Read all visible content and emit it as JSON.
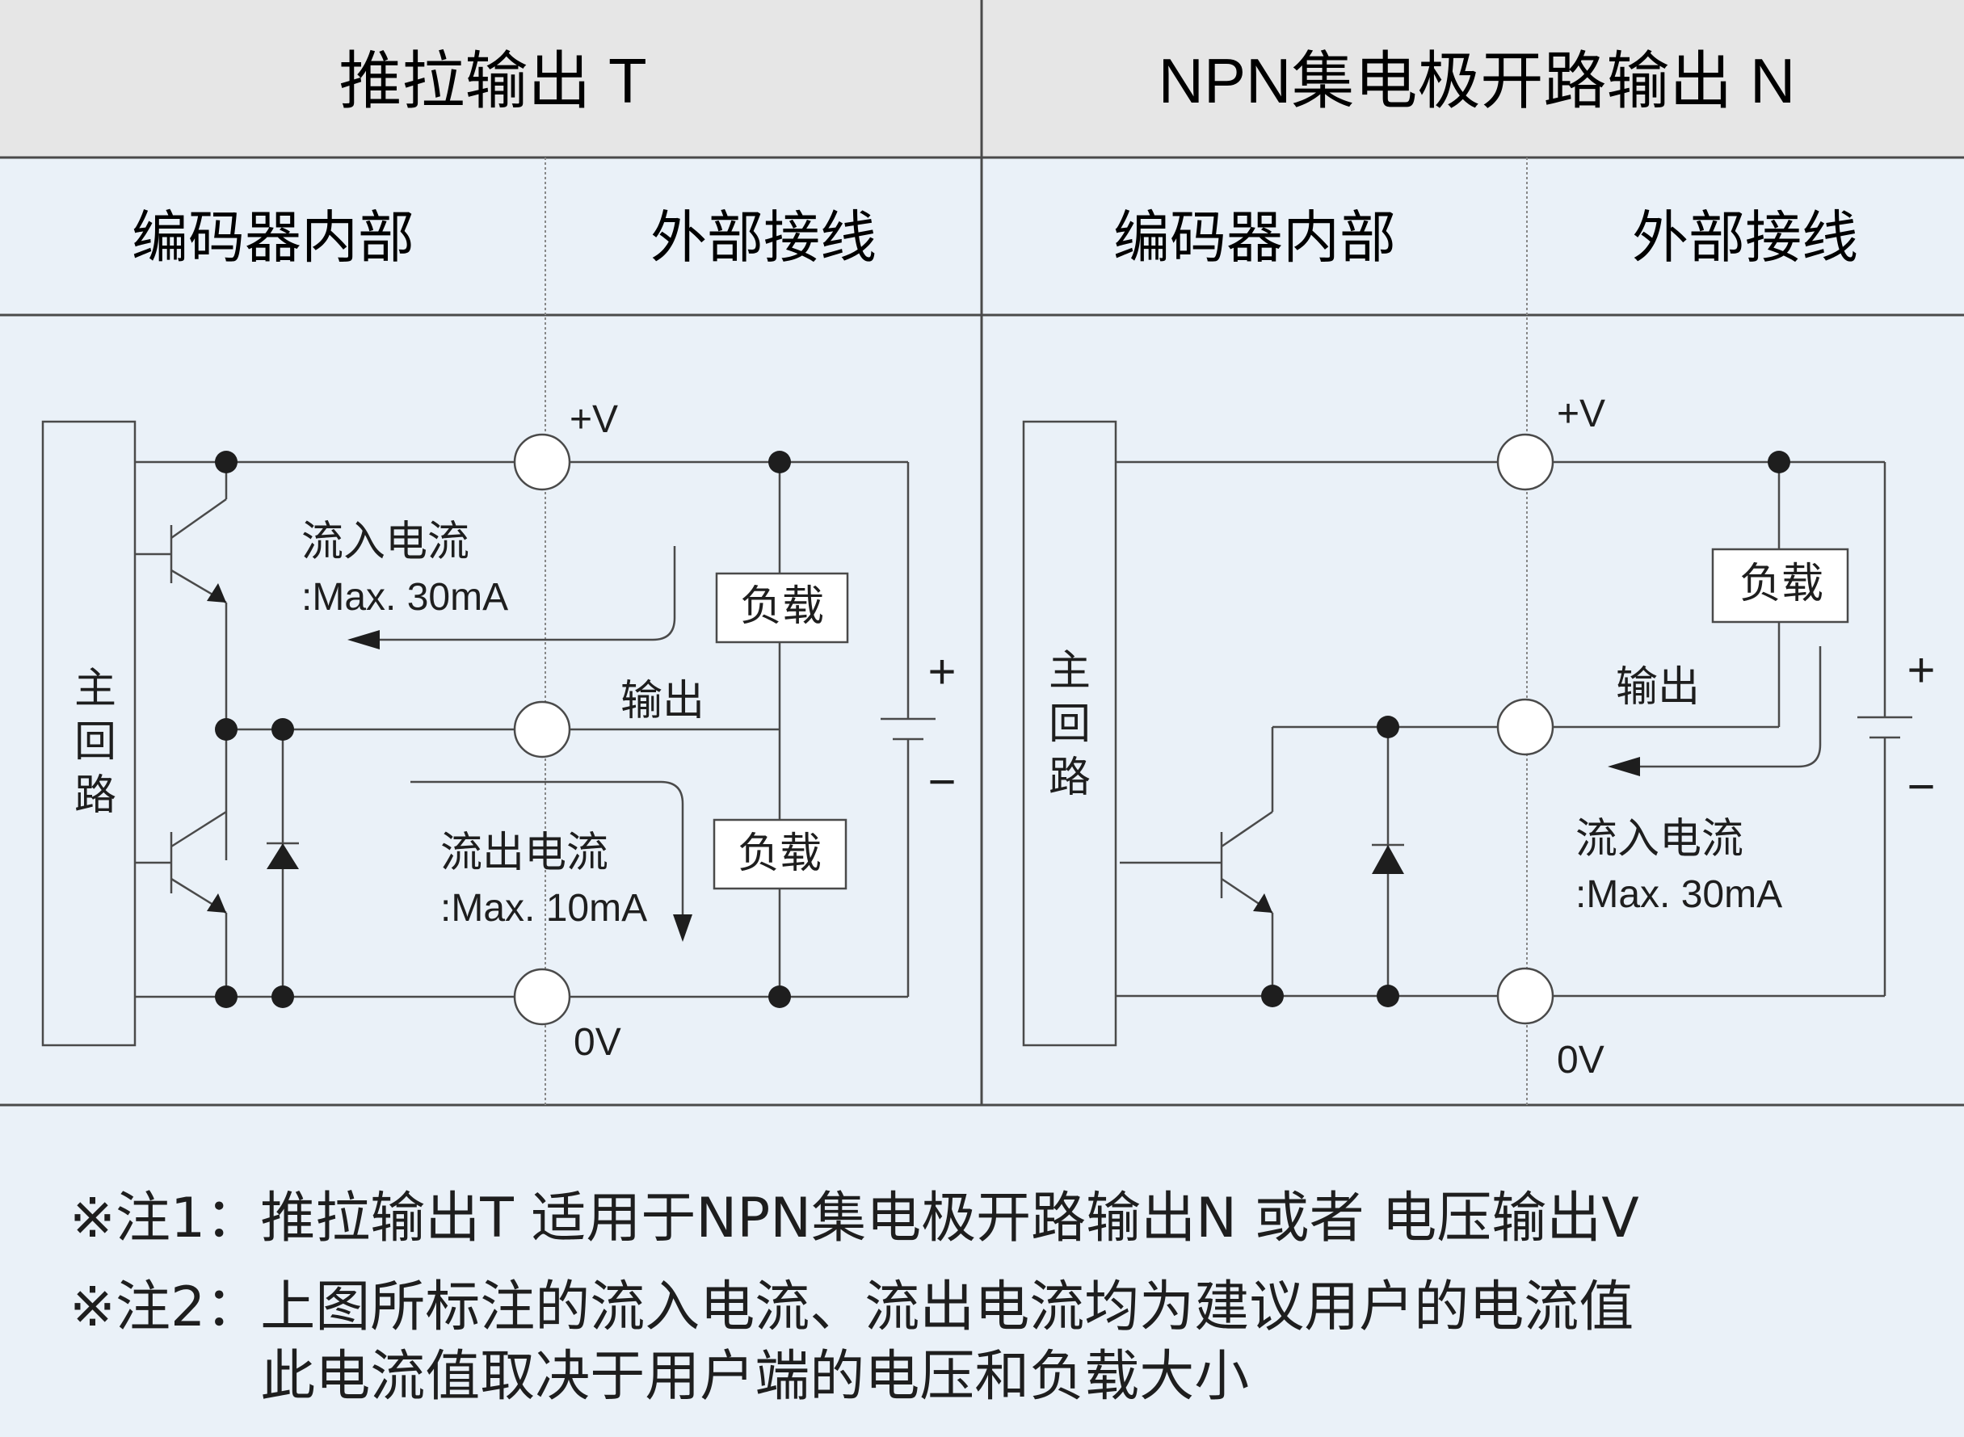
{
  "header": {
    "left_title": "推拉输出 T",
    "right_title": "NPN集电极开路输出 N"
  },
  "columns": {
    "encoder_internal": "编码器内部",
    "external_wiring": "外部接线"
  },
  "push_pull": {
    "main_circuit": "主回路",
    "vplus": "+V",
    "zero_v": "0V",
    "output": "输出",
    "sink_current": "流入电流",
    "sink_max": ":Max. 30mA",
    "source_current": "流出电流",
    "source_max": ":Max. 10mA",
    "load_top": "负载",
    "load_bottom": "负载",
    "battery_plus": "+",
    "battery_minus": "−"
  },
  "npn": {
    "main_circuit": "主回路",
    "vplus": "+V",
    "zero_v": "0V",
    "output": "输出",
    "sink_current": "流入电流",
    "sink_max": ":Max. 30mA",
    "load": "负载",
    "battery_plus": "+",
    "battery_minus": "−"
  },
  "notes": [
    {
      "mark": "※注1：",
      "text": "推拉输出T 适用于NPN集电极开路输出N 或者 电压输出V"
    },
    {
      "mark": "※注2：",
      "text": "上图所标注的流入电流、流出电流均为建议用户的电流值\n此电流值取决于用户端的电压和负载大小"
    }
  ],
  "colors": {
    "background": "#eaf1f8",
    "header_bg": "#e6e6e6",
    "line": "#4a4a4a",
    "text": "#1e1e1e"
  }
}
